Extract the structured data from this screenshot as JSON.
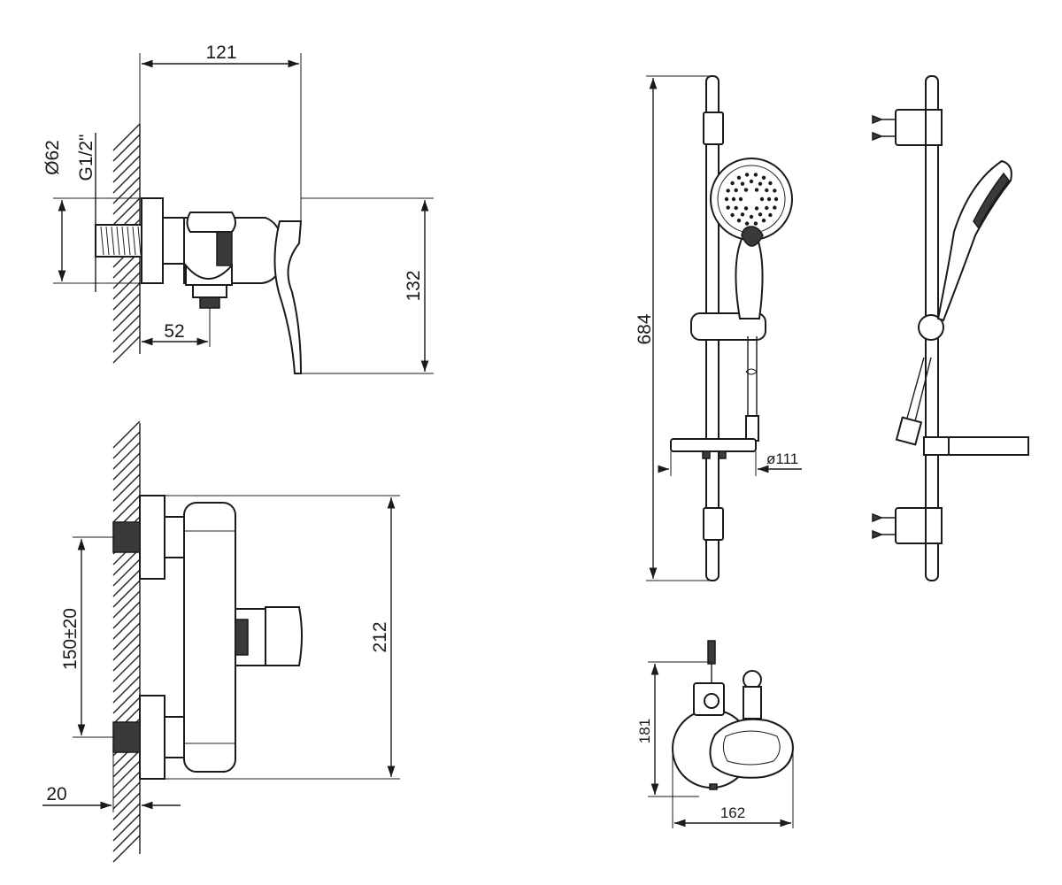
{
  "dimensions": {
    "top_mixer": {
      "width": "121",
      "diameter": "Ø62",
      "thread": "G1/2\"",
      "height": "132",
      "outlet_offset": "52"
    },
    "front_mixer": {
      "centers": "150±20",
      "height": "212",
      "wall_depth": "20"
    },
    "shower_set": {
      "height": "684",
      "dish_diameter": "ø111",
      "top_view_depth": "181",
      "top_view_width": "162"
    }
  }
}
